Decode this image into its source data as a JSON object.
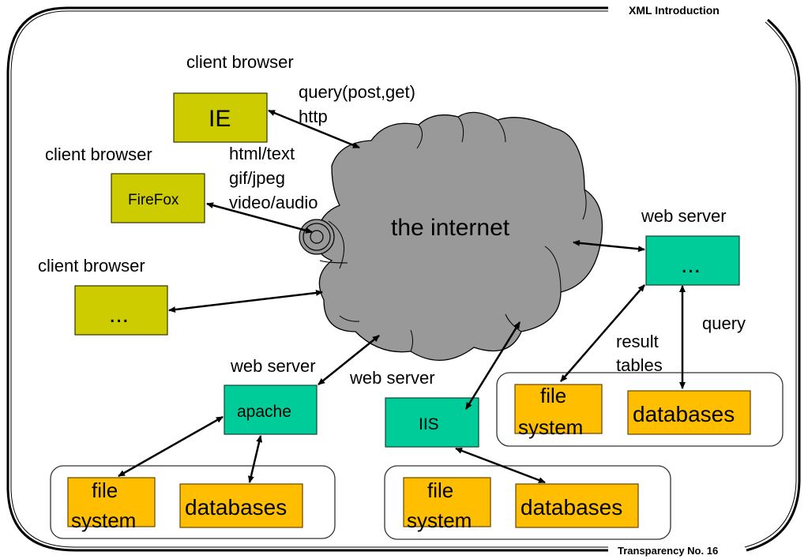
{
  "header": {
    "title": "XML Introduction"
  },
  "footer": {
    "page_label": "Transparency No. 16"
  },
  "cloud": {
    "label": "the internet",
    "color": "#999999"
  },
  "colors": {
    "client": "#cccc00",
    "server": "#00cc99",
    "storage": "#ffbf00"
  },
  "clients": [
    {
      "title": "client browser",
      "name": "IE"
    },
    {
      "title": "client browser",
      "name": "FireFox"
    },
    {
      "title": "client browser",
      "name": "..."
    }
  ],
  "annotations": {
    "request": [
      "query(post,get)",
      "http"
    ],
    "response": [
      "html/text",
      "gif/jpeg",
      "video/audio"
    ],
    "db_query": "query",
    "db_result": [
      "result",
      "tables"
    ]
  },
  "servers": [
    {
      "title": "web server",
      "name": "apache",
      "storage": [
        "file system",
        "databases"
      ]
    },
    {
      "title": "web server",
      "name": "IIS",
      "storage": [
        "file system",
        "databases"
      ]
    },
    {
      "title": "web server",
      "name": "...",
      "storage": [
        "file system",
        "databases"
      ]
    }
  ],
  "storage_labels": {
    "file_line1": "file",
    "file_line2": "system",
    "db": "databases"
  }
}
